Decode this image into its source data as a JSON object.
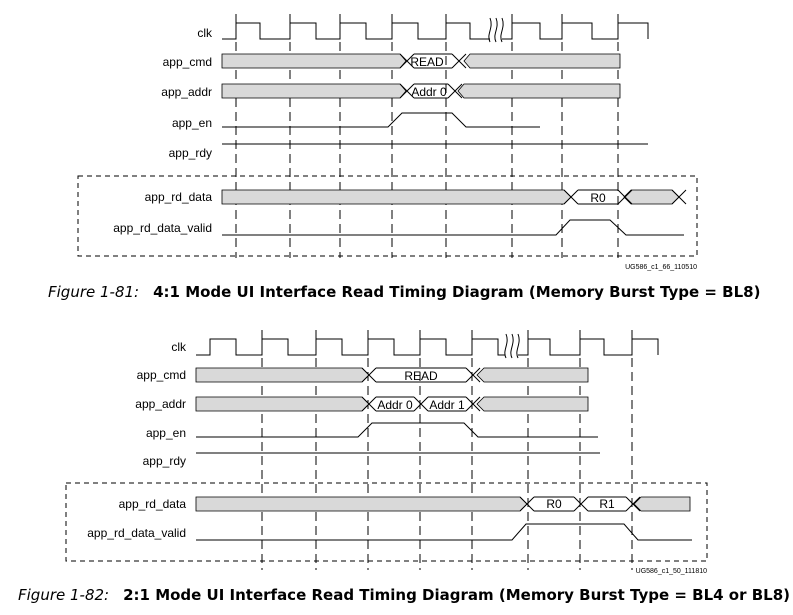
{
  "diagram1": {
    "signals": [
      "clk",
      "app_cmd",
      "app_addr",
      "app_en",
      "app_rdy",
      "app_rd_data",
      "app_rd_data_valid"
    ],
    "values": {
      "cmd": "READ",
      "addr": "Addr 0",
      "rd_data": "R0"
    },
    "tag": "UG586_c1_66_110510",
    "caption_num": "Figure 1-81:",
    "caption_title": "4:1 Mode UI Interface Read Timing Diagram (Memory Burst Type = BL8)"
  },
  "diagram2": {
    "signals": [
      "clk",
      "app_cmd",
      "app_addr",
      "app_en",
      "app_rdy",
      "app_rd_data",
      "app_rd_data_valid"
    ],
    "values": {
      "cmd": "READ",
      "addr0": "Addr 0",
      "addr1": "Addr 1",
      "rd_data0": "R0",
      "rd_data1": "R1"
    },
    "tag": "UG586_c1_50_111810",
    "caption_num": "Figure 1-82:",
    "caption_title": "2:1 Mode UI Interface Read Timing Diagram (Memory Burst Type = BL4 or BL8)"
  },
  "colors": {
    "bus_fill": "#d9d9d9",
    "line": "#000000"
  }
}
